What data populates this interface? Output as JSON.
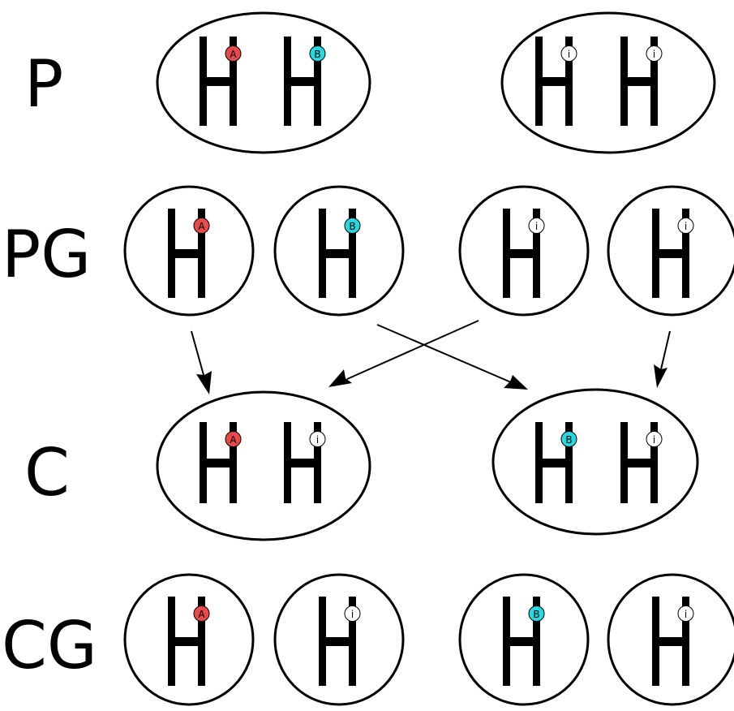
{
  "rows": [
    {
      "key": "P",
      "label": "P"
    },
    {
      "key": "PG",
      "label": "PG"
    },
    {
      "key": "C",
      "label": "C"
    },
    {
      "key": "CG",
      "label": "CG"
    }
  ],
  "alleles": {
    "A": {
      "label": "A",
      "color": "#e84a4a"
    },
    "B": {
      "label": "B",
      "color": "#26d8e0"
    },
    "i": {
      "label": "i",
      "color": "#ffffff"
    }
  },
  "cells": {
    "P": [
      {
        "chromosomes": [
          "A",
          "B"
        ]
      },
      {
        "chromosomes": [
          "i",
          "i"
        ]
      }
    ],
    "PG": [
      {
        "chromosomes": [
          "A"
        ]
      },
      {
        "chromosomes": [
          "B"
        ]
      },
      {
        "chromosomes": [
          "i"
        ]
      },
      {
        "chromosomes": [
          "i"
        ]
      }
    ],
    "C": [
      {
        "chromosomes": [
          "A",
          "i"
        ]
      },
      {
        "chromosomes": [
          "B",
          "i"
        ]
      }
    ],
    "CG": [
      {
        "chromosomes": [
          "A"
        ]
      },
      {
        "chromosomes": [
          "i"
        ]
      },
      {
        "chromosomes": [
          "B"
        ]
      },
      {
        "chromosomes": [
          "i"
        ]
      }
    ]
  },
  "crosses": [
    {
      "from": "PG.0",
      "to": "C.0"
    },
    {
      "from": "PG.1",
      "to": "C.1"
    },
    {
      "from": "PG.2",
      "to": "C.0"
    },
    {
      "from": "PG.3",
      "to": "C.1"
    }
  ]
}
